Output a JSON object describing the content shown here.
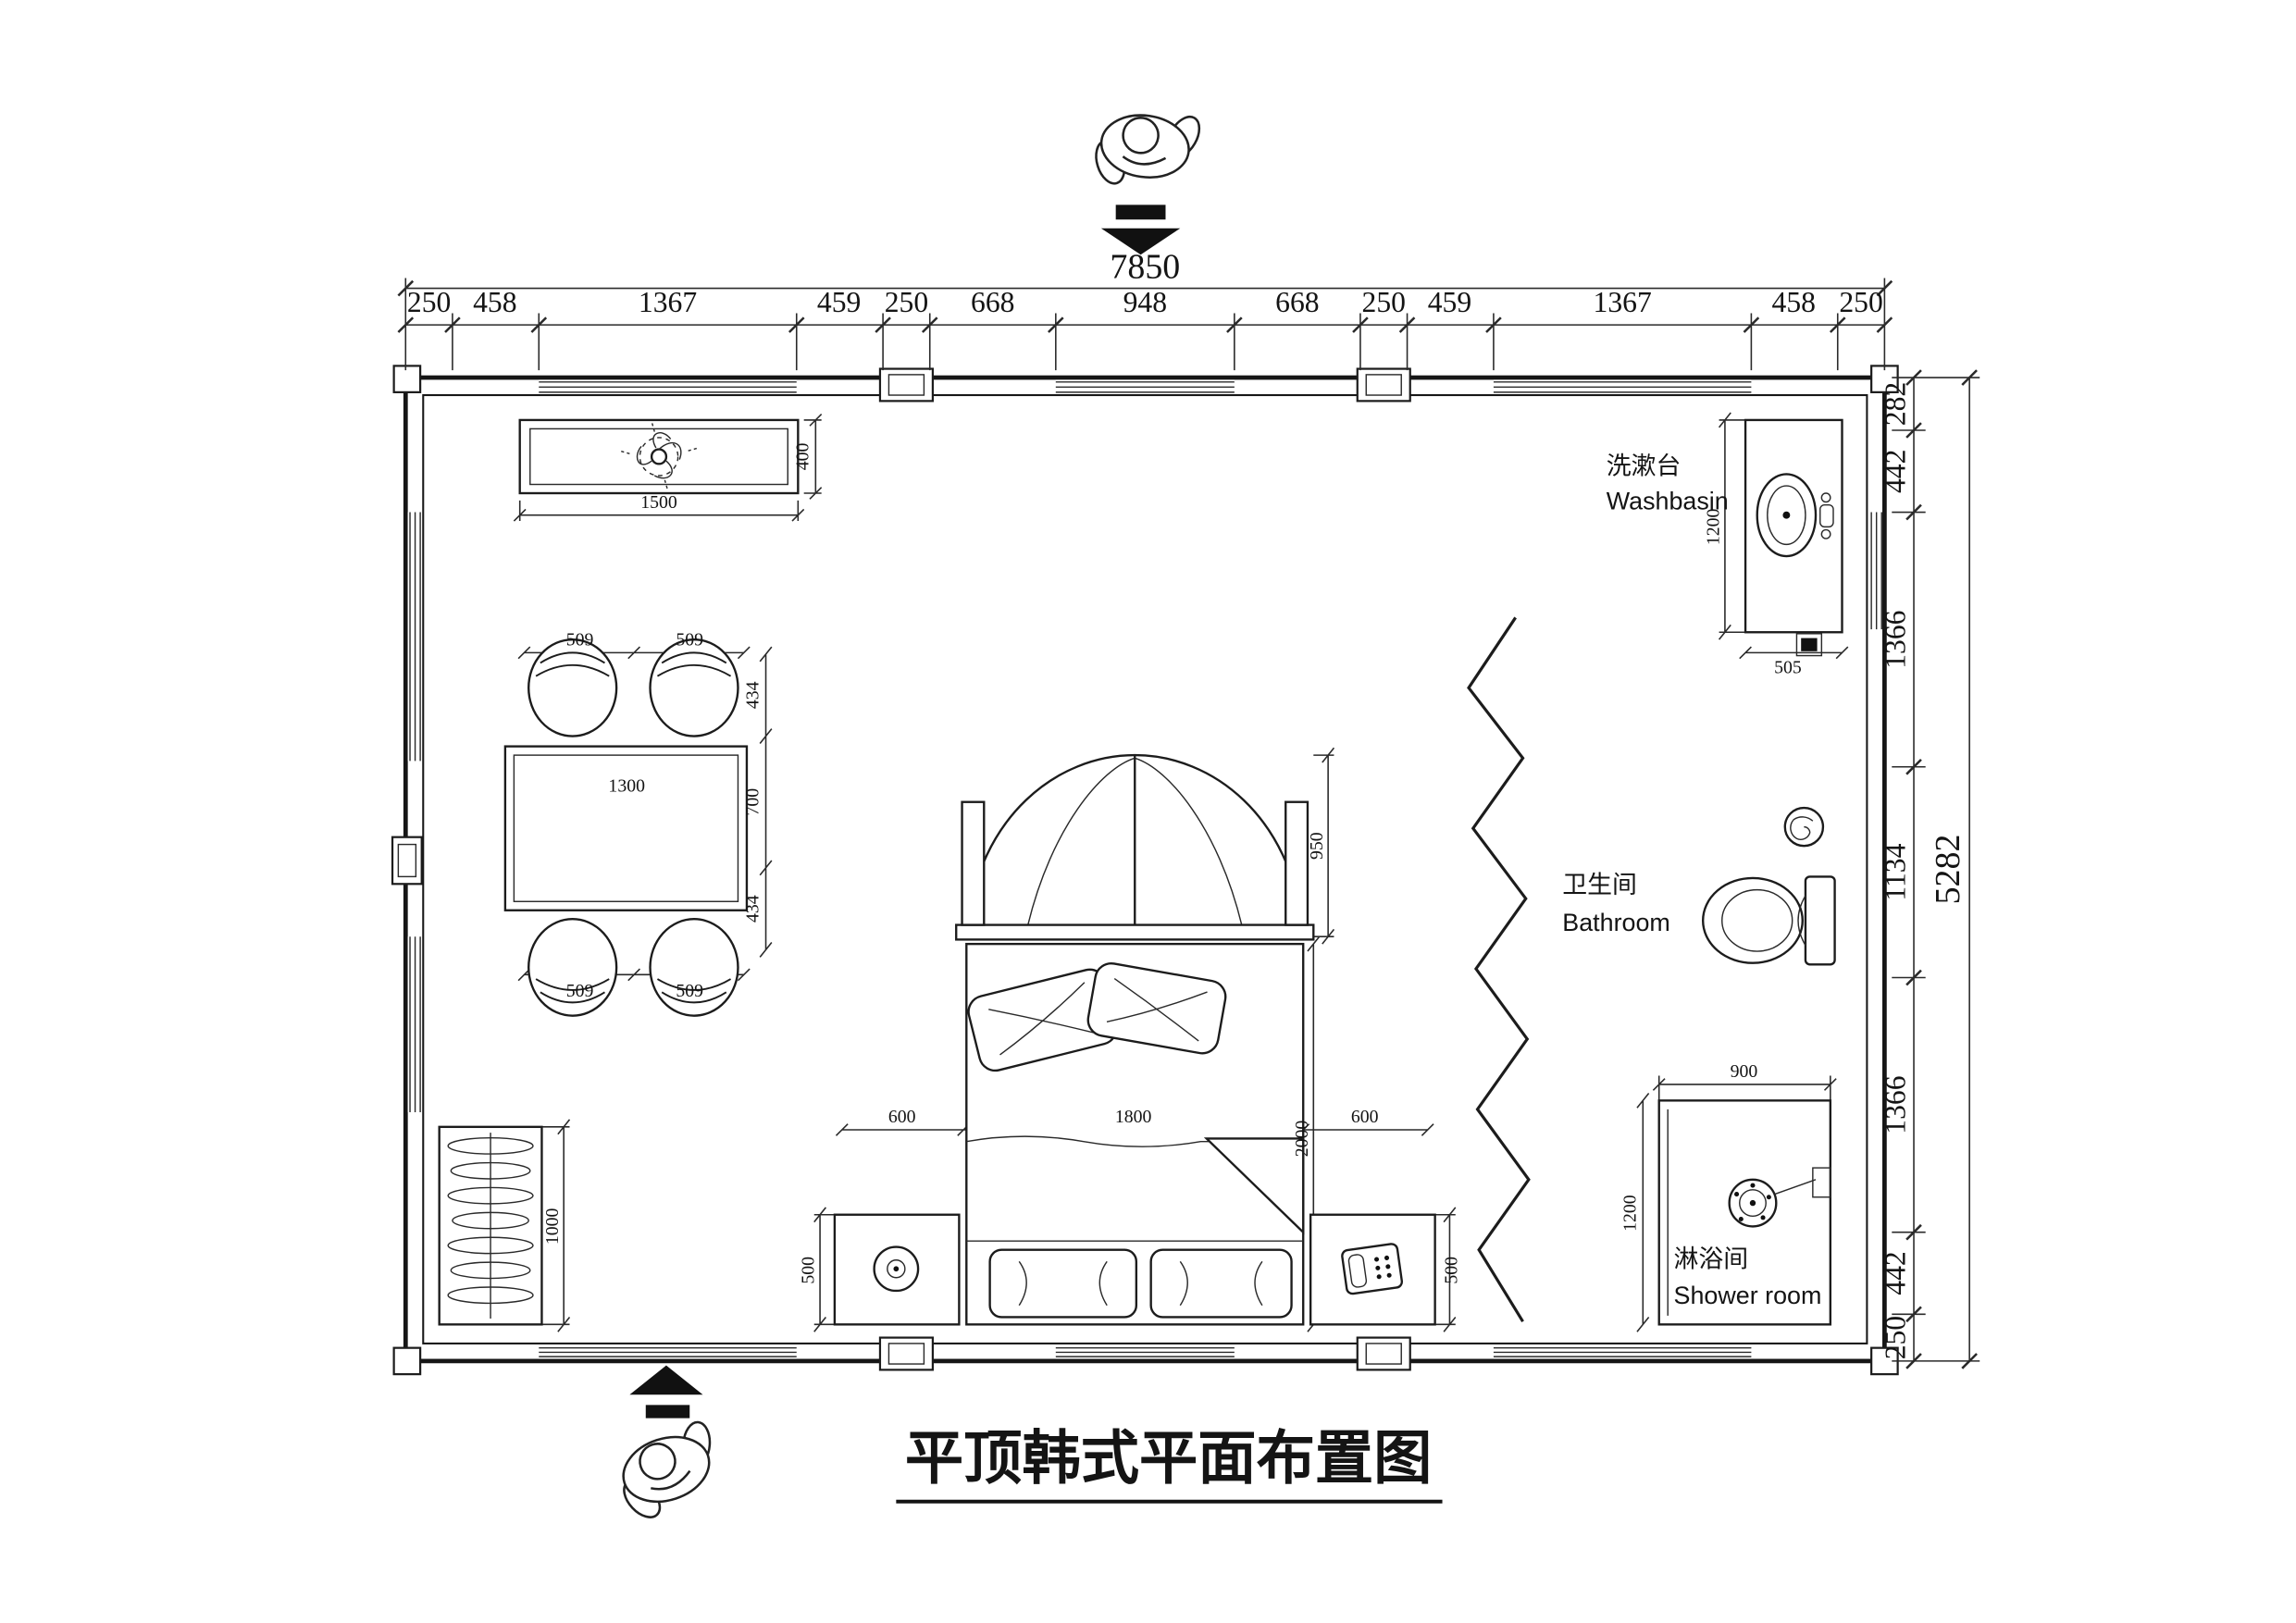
{
  "title": "平顶韩式平面布置图",
  "overall": {
    "width": "7850",
    "height": "5282"
  },
  "top_chain": [
    "250",
    "458",
    "1367",
    "459",
    "250",
    "668",
    "948",
    "668",
    "250",
    "459",
    "1367",
    "458",
    "250"
  ],
  "right_chain": [
    "282",
    "442",
    "1366",
    "1134",
    "1366",
    "442",
    "250"
  ],
  "dims": {
    "tv_w": "1500",
    "tv_d": "400",
    "table_w": "1300",
    "chair_tl": "509",
    "chair_tr": "509",
    "chair_bl": "509",
    "chair_br": "509",
    "chair_side_top": "434",
    "table_side": "700",
    "chair_side_bottom": "434",
    "canopy": "950",
    "bed_left": "600",
    "bed_w": "1800",
    "bed_right": "600",
    "bed_l": "2000",
    "nightstand_l": "500",
    "nightstand_r": "500",
    "wardrobe_l": "1000",
    "basin_l": "1200",
    "basin_w": "505",
    "shower_w": "900",
    "shower_d": "1200"
  },
  "rooms": {
    "washbasin_zh": "洗漱台",
    "washbasin_en": "Washbasin",
    "bathroom_zh": "卫生间",
    "bathroom_en": "Bathroom",
    "shower_zh": "淋浴间",
    "shower_en": "Shower room"
  }
}
